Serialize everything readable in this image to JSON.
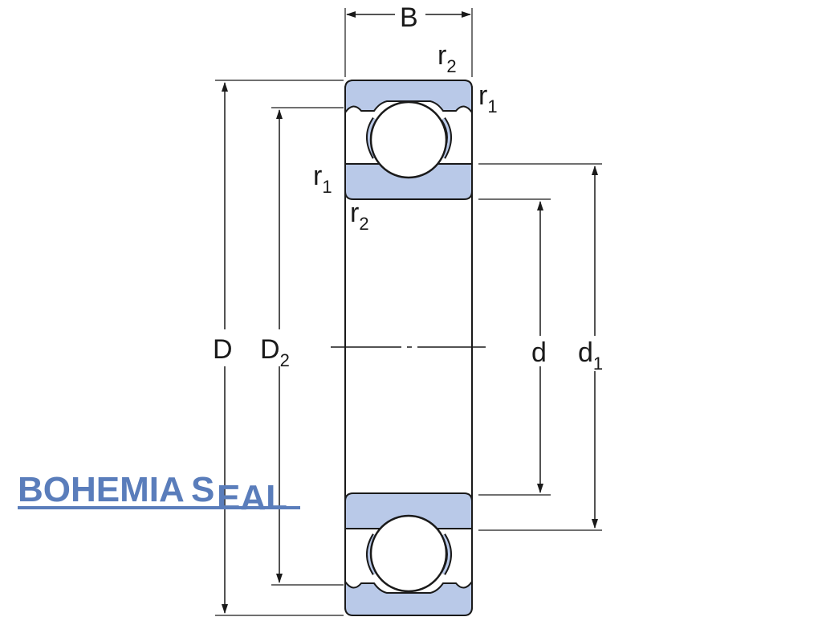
{
  "labels": {
    "B": "B",
    "D": "D",
    "D2_main": "D",
    "D2_sub": "2",
    "d": "d",
    "d1_main": "d",
    "d1_sub": "1",
    "r1": "r",
    "r2": "r",
    "sub1": "1",
    "sub2": "2"
  },
  "logo": {
    "left": "BOHEMIA",
    "right": "EAL",
    "s_glyph": "S"
  },
  "colors": {
    "ring_fill": "#b9c9e8",
    "line": "#1a1a1a",
    "logo": "#5a7dbb",
    "background": "#ffffff"
  }
}
